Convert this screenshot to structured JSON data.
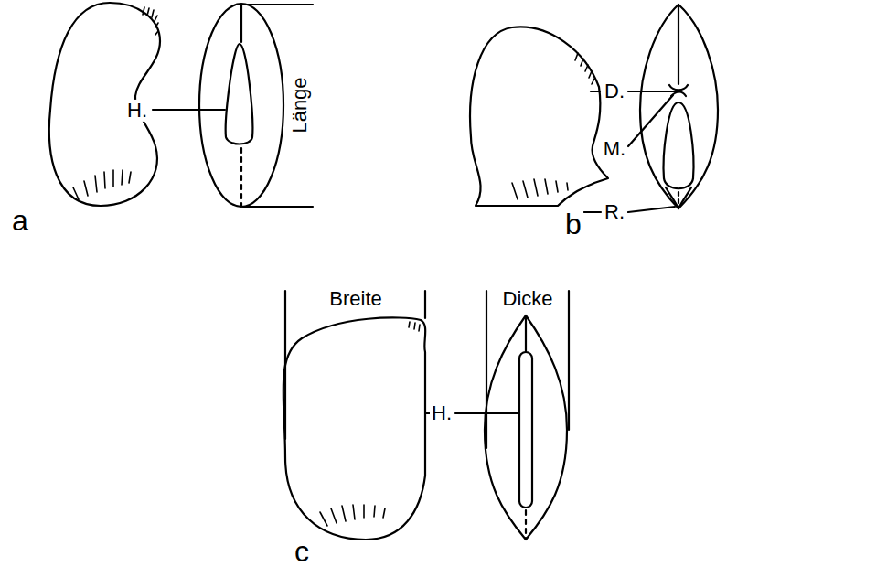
{
  "diagram": {
    "labels": [
      "H.",
      "Länge",
      "a",
      "D.",
      "M.",
      "R.",
      "b",
      "Breite",
      "Dicke",
      "H.",
      "c"
    ]
  }
}
